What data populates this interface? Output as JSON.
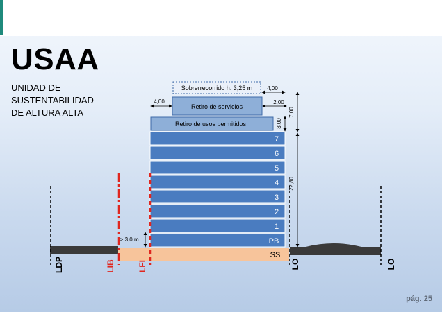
{
  "slide": {
    "title": "USAA",
    "subtitle_lines": [
      "UNIDAD DE",
      "SUSTENTABILIDAD",
      "DE ALTURA ALTA"
    ],
    "page_label": "pág. 25"
  },
  "diagram": {
    "floors": [
      "7",
      "6",
      "5",
      "4",
      "3",
      "2",
      "1",
      "PB"
    ],
    "basement": "SS",
    "setback_uses": "Retiro de usos permitidos",
    "setback_services": "Retiro de servicios",
    "overrun": "Sobrerrecorrido h: 3,25 m",
    "dims": {
      "overrun_setback": "4,00",
      "left_setback": "4,00",
      "services_setback": "2,00",
      "setback_height": "3,00",
      "top_height": "7,00",
      "main_height": "22,80",
      "ground_clearance": "≥ 3,0 m"
    },
    "lines": {
      "ldp": "LDP",
      "lib": "LIB",
      "lfi": "LFI",
      "lo": "LO",
      "lo_right": "LO"
    },
    "colors": {
      "floor": "#4a7cc0",
      "setback": "#8eafd8",
      "basement": "#f7c49b",
      "ground": "#3a3a3a",
      "red_line": "#e0261f"
    }
  }
}
